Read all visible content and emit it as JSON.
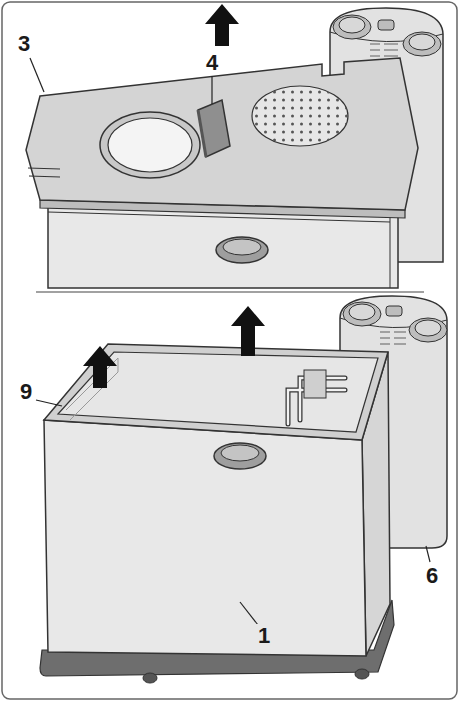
{
  "diagram": {
    "labels": [
      "4",
      "3",
      "9",
      "6",
      "1"
    ]
  }
}
